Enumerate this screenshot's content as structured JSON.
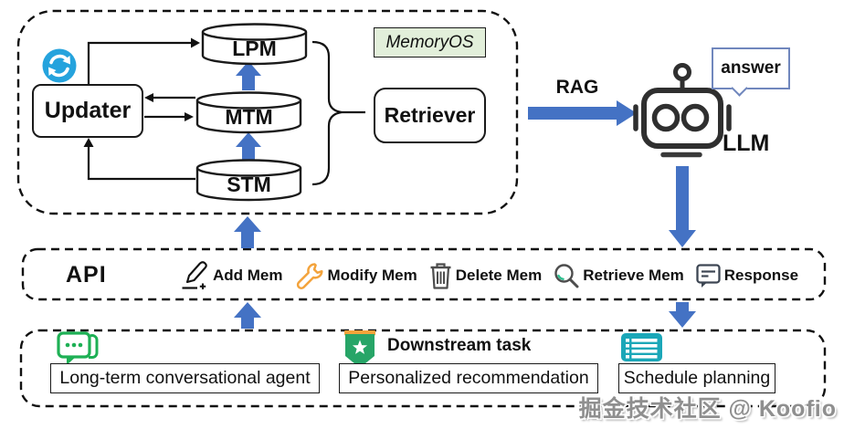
{
  "colors": {
    "arrow_blue": "#4472C4",
    "memoryos_bg": "#E2EFDA",
    "refresh_blue": "#25A3DD",
    "wrench_orange": "#F3A33C",
    "chat_green": "#1EB055",
    "badge_green": "#27A567",
    "badge_orange": "#F2A33A",
    "schedule_teal": "#1BA7B8",
    "answer_border": "#7087BD"
  },
  "memory_os": {
    "title": "MemoryOS",
    "updater": "Updater",
    "cylinders": [
      {
        "label": "LPM"
      },
      {
        "label": "MTM"
      },
      {
        "label": "STM"
      }
    ],
    "retriever": "Retriever"
  },
  "flow": {
    "rag": "RAG",
    "llm": "LLM",
    "answer": "answer"
  },
  "api": {
    "label": "API",
    "items": [
      {
        "label": "Add Mem"
      },
      {
        "label": "Modify Mem"
      },
      {
        "label": "Delete Mem"
      },
      {
        "label": "Retrieve Mem"
      },
      {
        "label": "Response"
      }
    ]
  },
  "downstream": {
    "heading": "Downstream task",
    "tasks": [
      {
        "label": "Long-term conversational agent"
      },
      {
        "label": "Personalized recommendation"
      },
      {
        "label": "Schedule planning"
      }
    ]
  },
  "watermark": "掘金技术社区 @ Koofio"
}
